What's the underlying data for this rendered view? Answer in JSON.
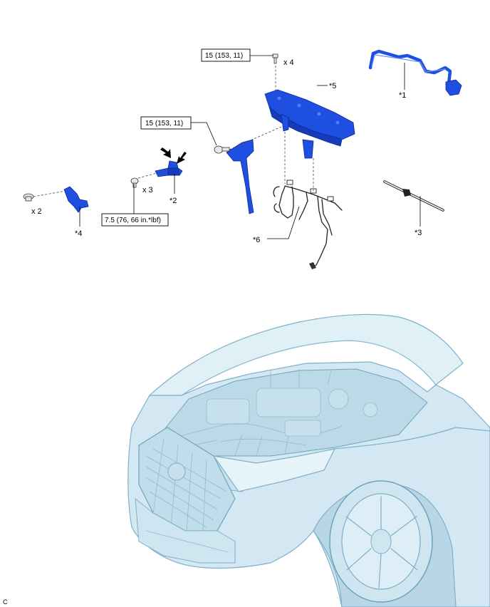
{
  "diagram": {
    "torque_top": "15 (153, 11)",
    "torque_mid": "15 (153, 11)",
    "torque_small": "7.5 (76, 66 in.*lbf)",
    "qty_top_bolts": "x 4",
    "qty_mid_bolts": "x 3",
    "qty_clips": "x 2",
    "callouts": {
      "p1": "*1",
      "p2": "*2",
      "p3": "*3",
      "p4": "*4",
      "p5": "*5",
      "p6": "*6"
    },
    "corner_code": "C"
  },
  "colors": {
    "part_blue": "#1f4fe0",
    "car_tint": "#cfe6f1"
  }
}
